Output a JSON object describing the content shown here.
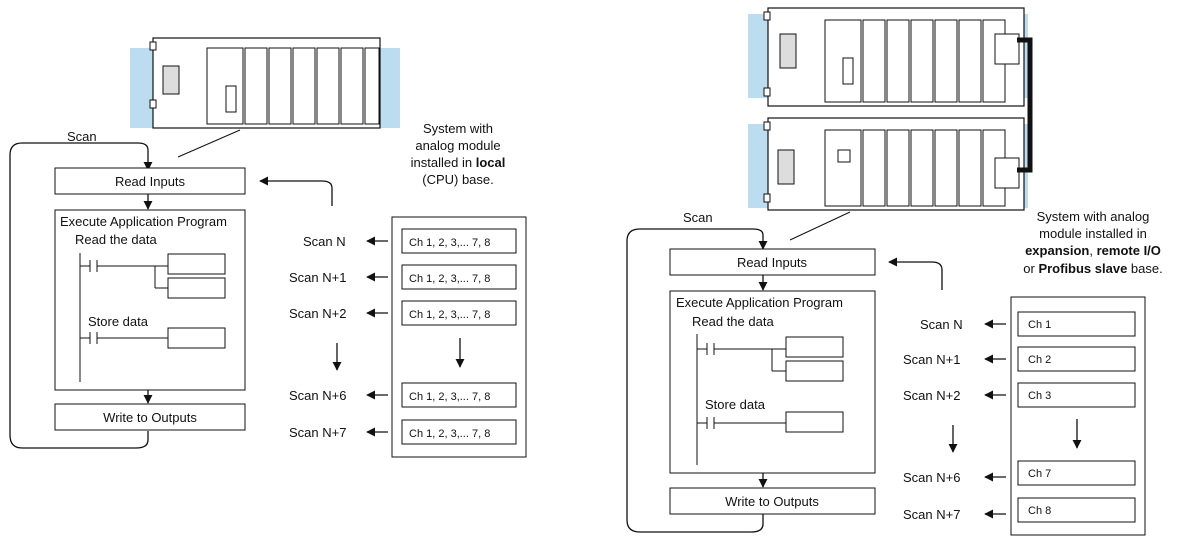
{
  "left": {
    "scan_label": "Scan",
    "read_inputs": "Read Inputs",
    "execute_program": "Execute Application Program",
    "read_data": "Read the data",
    "store_data": "Store data",
    "write_outputs": "Write to Outputs",
    "caption": {
      "line1": "System with",
      "line2": "analog module",
      "line3_pre": "installed in ",
      "line3_bold": "local",
      "line4": "(CPU) base."
    },
    "scan_labels": [
      "Scan N",
      "Scan N+1",
      "Scan N+2",
      "Scan N+6",
      "Scan N+7"
    ],
    "channel_labels": [
      "Ch 1, 2, 3,... 7, 8",
      "Ch 1, 2, 3,... 7, 8",
      "Ch 1, 2, 3,... 7, 8",
      "Ch 1, 2, 3,... 7, 8",
      "Ch 1, 2, 3,... 7, 8"
    ]
  },
  "right": {
    "scan_label": "Scan",
    "read_inputs": "Read Inputs",
    "execute_program": "Execute Application Program",
    "read_data": "Read the data",
    "store_data": "Store data",
    "write_outputs": "Write to Outputs",
    "caption": {
      "line1": "System with analog",
      "line2": "module installed in",
      "line3_bold_a": "expansion",
      "line3_mid": ", ",
      "line3_bold_b": "remote I/O",
      "line4_pre": "or ",
      "line4_bold": "Profibus slave",
      "line4_post": " base."
    },
    "scan_labels": [
      "Scan N",
      "Scan N+1",
      "Scan N+2",
      "Scan N+6",
      "Scan N+7"
    ],
    "channel_labels": [
      "Ch 1",
      "Ch 2",
      "Ch 3",
      "Ch 7",
      "Ch 8"
    ]
  },
  "colors": {
    "base_highlight": "#bcdcf0",
    "line": "#111111"
  }
}
